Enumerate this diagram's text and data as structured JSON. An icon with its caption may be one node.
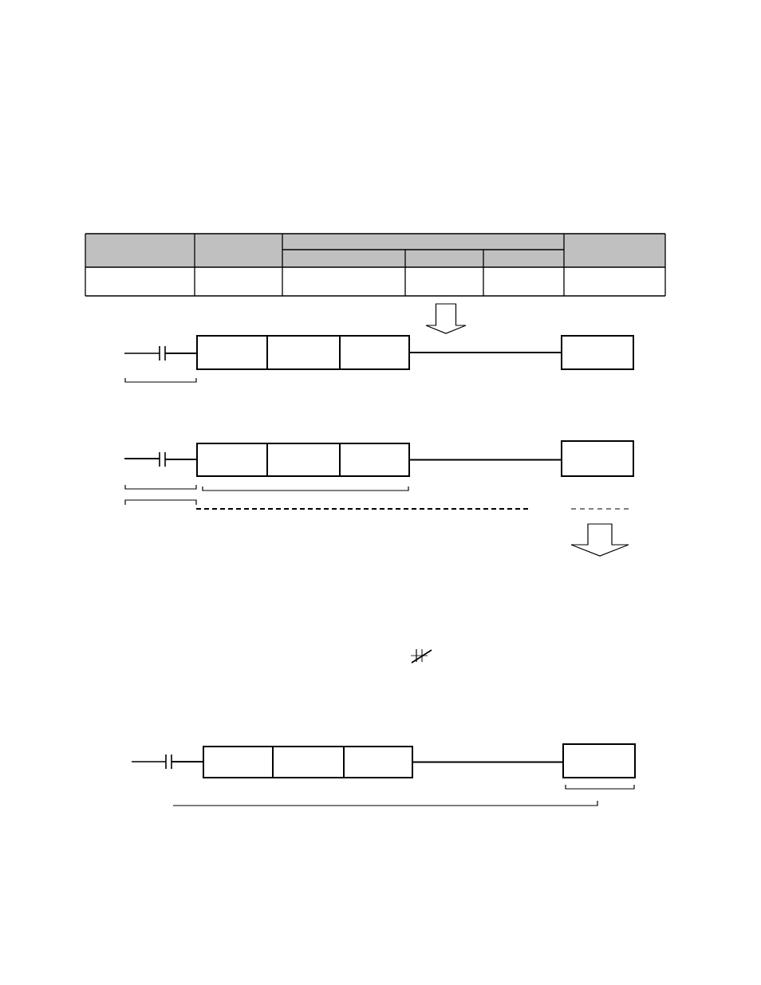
{
  "diagram": {
    "nodes": [
      {
        "text": [],
        "shape": "contact"
      },
      {
        "text": [],
        "shape": "box"
      },
      {
        "text": [],
        "shape": "box"
      },
      {
        "text": [],
        "shape": "box"
      },
      {
        "text": [],
        "shape": "box"
      },
      {
        "text": [],
        "shape": "contact"
      },
      {
        "text": [],
        "shape": "box"
      },
      {
        "text": [],
        "shape": "box"
      },
      {
        "text": [],
        "shape": "box"
      },
      {
        "text": [],
        "shape": "box"
      },
      {
        "text": [],
        "shape": "contact"
      },
      {
        "text": [],
        "shape": "box"
      },
      {
        "text": [],
        "shape": "box"
      },
      {
        "text": [],
        "shape": "box"
      },
      {
        "text": [],
        "shape": "box"
      }
    ],
    "edges": [
      {
        "from": 0,
        "to": 1,
        "arrow": "none"
      },
      {
        "from": 3,
        "to": 4,
        "arrow": "none"
      },
      {
        "from": 5,
        "to": 6,
        "arrow": "none"
      },
      {
        "from": 8,
        "to": 9,
        "arrow": "none"
      },
      {
        "from": 10,
        "to": 11,
        "arrow": "none"
      },
      {
        "from": 13,
        "to": 14,
        "arrow": "none"
      }
    ]
  }
}
